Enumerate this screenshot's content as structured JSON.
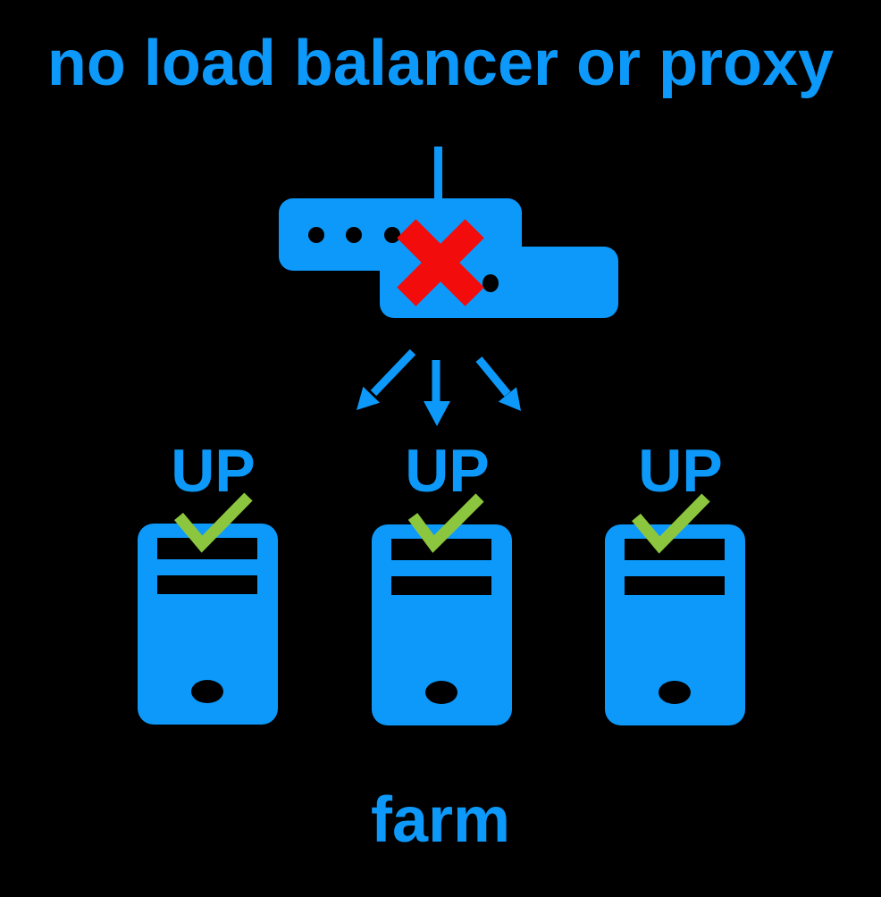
{
  "title": "no load balancer or proxy",
  "caption": "farm",
  "colors": {
    "background": "#000000",
    "blue": "#0d99fa",
    "green": "#8cc63f",
    "red": "#f20c0c",
    "cutout": "#000000"
  },
  "load_balancer": {
    "status_icon": "red-x-icon",
    "port_dot_icon": "port-dot-icon"
  },
  "servers": [
    {
      "label": "UP",
      "status_icon": "green-check-icon"
    },
    {
      "label": "UP",
      "status_icon": "green-check-icon"
    },
    {
      "label": "UP",
      "status_icon": "green-check-icon"
    }
  ]
}
